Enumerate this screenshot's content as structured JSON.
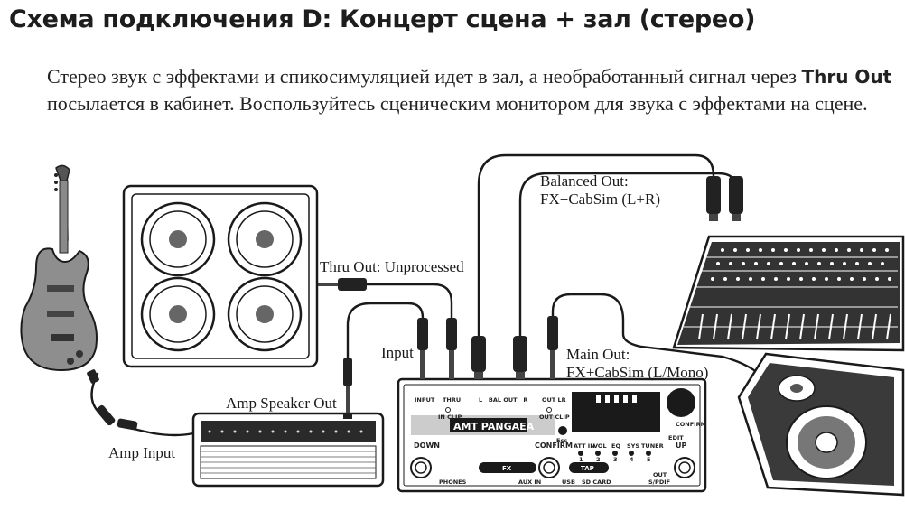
{
  "title": "Схема подключения D: Концерт сцена + зал (стерео)",
  "intro": {
    "line1": "Стерео звук с эффектами и спикосимуляцией идет в зал, а необработанный сигнал через",
    "bold": "Thru Out",
    "rest": " посылается в кабинет. Воспользуйтесь сценическим монитором для звука с эффектами на сцене."
  },
  "labels": {
    "balanced_line1": "Balanced Out:",
    "balanced_line2": "FX+CabSim (L+R)",
    "thru_out": "Thru Out: Unprocessed",
    "input": "Input",
    "main_line1": "Main Out:",
    "main_line2": "FX+CabSim (L/Mono)",
    "amp_speaker_out": "Amp Speaker Out",
    "amp_input": "Amp Input"
  },
  "device": {
    "jack_input": "INPUT",
    "jack_thru": "THRU",
    "bal_out": "L   BAL OUT   R",
    "out_lr": "OUT LR",
    "in_clip": "IN CLIP",
    "out_clip": "OUT CLIP",
    "esc": "Esc",
    "confirm_small": "CONFIRM",
    "edit": "EDIT",
    "brand": "AMT PANGAEA",
    "down": "DOWN",
    "confirm": "CONFIRM",
    "up": "UP",
    "fx": "FX",
    "tap": "TAP",
    "params": [
      "ATT IN",
      "VOL",
      "EQ",
      "SYS",
      "TUNER"
    ],
    "param_nums": [
      "1",
      "2",
      "3",
      "4",
      "5"
    ],
    "phones": "PHONES",
    "aux_in": "AUX IN",
    "usb": "USB",
    "sd_card": "SD CARD",
    "out_line1": "OUT",
    "out_line2": "S/PDIF"
  }
}
